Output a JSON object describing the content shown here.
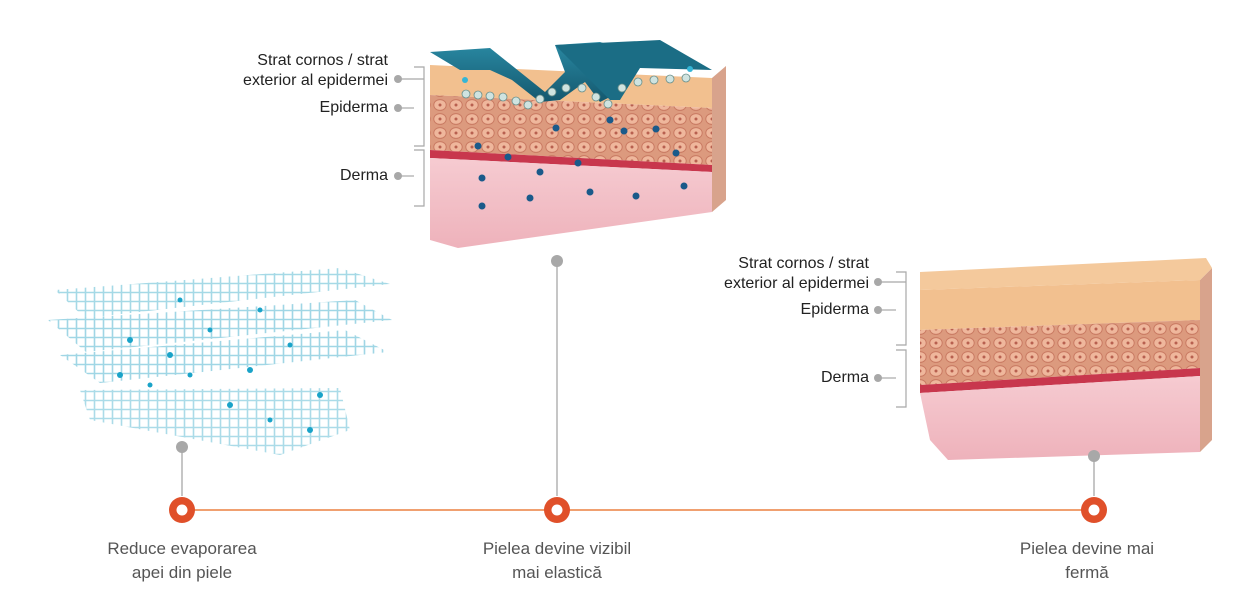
{
  "left_block": {
    "labels": {
      "stratum": "Strat cornos / strat\nexterior al epidermei",
      "epidermis": "Epiderma",
      "dermis": "Derma"
    }
  },
  "right_block": {
    "labels": {
      "stratum": "Strat cornos / strat\nexterior al epidermei",
      "epidermis": "Epiderma",
      "dermis": "Derma"
    }
  },
  "timeline": {
    "steps": [
      {
        "caption": "Reduce evaporarea\napei din piele"
      },
      {
        "caption": "Pielea devine vizibil\nmai elastică"
      },
      {
        "caption": "Pielea devine mai\nfermă"
      }
    ]
  },
  "colors": {
    "timeline_line": "#f0a070",
    "node_ring": "#e0502a",
    "connector": "#a8a8a8",
    "stratum": "#f2c08f",
    "epidermis": "#d98c6e",
    "cells": "#e9a58a",
    "dermis_band": "#c8374d",
    "dermis": "#f4c6cc",
    "film": "#1e6e86",
    "mesh": "#7ec8dc",
    "droplet": "#1a5a8a"
  }
}
